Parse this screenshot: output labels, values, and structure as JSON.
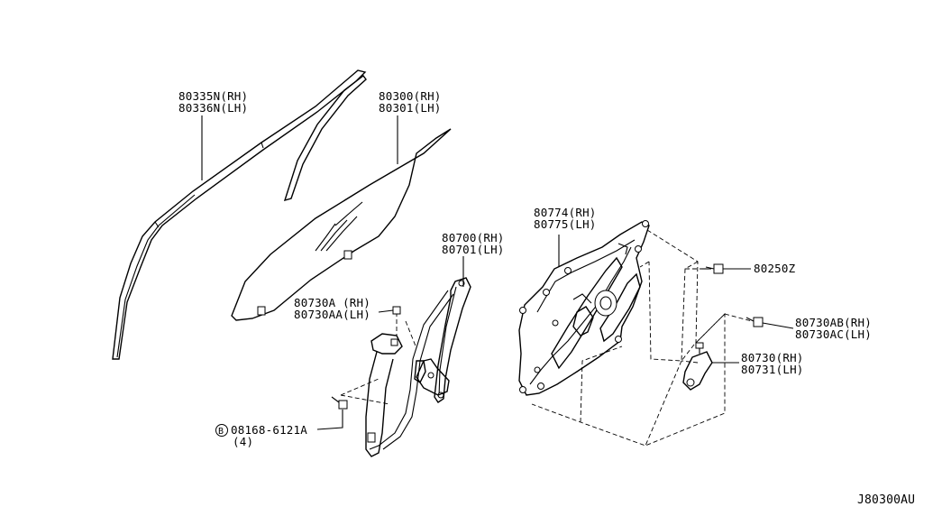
{
  "labels": {
    "molding_rh": "80335N(RH)",
    "molding_lh": "80336N(LH)",
    "glass_rh": "80300(RH)",
    "glass_lh": "80301(LH)",
    "regulator_rh": "80700(RH)",
    "regulator_lh": "80701(LH)",
    "panel_rh": "80774(RH)",
    "panel_lh": "80775(LH)",
    "bolt_top": "80250Z",
    "bolt_a_rh": "80730A (RH)",
    "bolt_a_lh": "80730AA(LH)",
    "bolt_ab_rh": "80730AB(RH)",
    "bolt_ab_lh": "80730AC(LH)",
    "motor_rh": "80730(RH)",
    "motor_lh": "80731(LH)",
    "bolt_std_marker": "B",
    "bolt_std": "08168-6121A",
    "bolt_std_qty": "(4)",
    "diagram_code": "J80300AU"
  }
}
